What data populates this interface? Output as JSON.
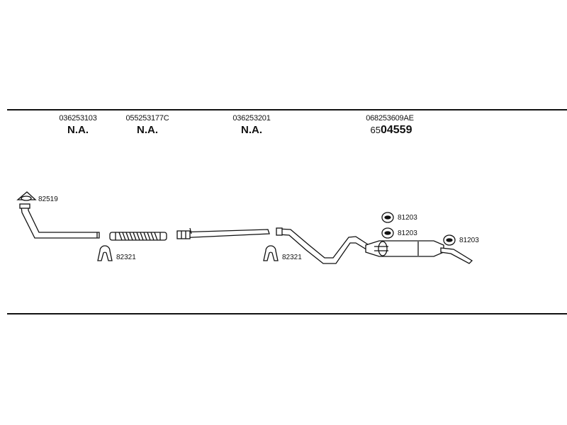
{
  "parts": [
    {
      "oe": "036253103",
      "number": "N.A."
    },
    {
      "oe": "055253177C",
      "number": "N.A."
    },
    {
      "oe": "036253201",
      "number": "N.A."
    },
    {
      "oe": "068253609AE",
      "number_prefix": "65",
      "number_main": "04559"
    }
  ],
  "accessories": {
    "gasket": "82519",
    "clamp_1": "82321",
    "clamp_2": "82321",
    "hanger_1": "81203",
    "hanger_2": "81203",
    "hanger_3": "81203"
  }
}
